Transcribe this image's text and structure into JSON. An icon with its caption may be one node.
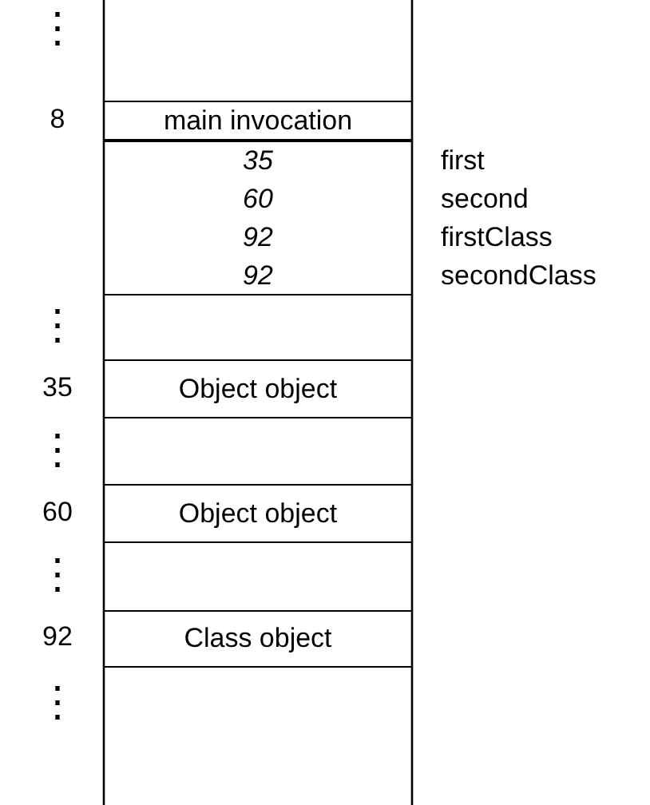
{
  "diagram": {
    "nodes": [
      {
        "text": [
          "main invocation"
        ]
      },
      {
        "text": [
          "35",
          "60",
          "92",
          "92"
        ],
        "beside": [
          "first",
          "second",
          "firstClass",
          "secondClass"
        ]
      },
      {
        "text": [
          "Object object"
        ]
      },
      {
        "text": [
          "Object object"
        ]
      },
      {
        "text": [
          "Class object"
        ]
      }
    ],
    "labels": [
      "⋮",
      "8",
      "⋮",
      "35",
      "⋮",
      "60",
      "⋮",
      "92",
      "⋮"
    ]
  }
}
